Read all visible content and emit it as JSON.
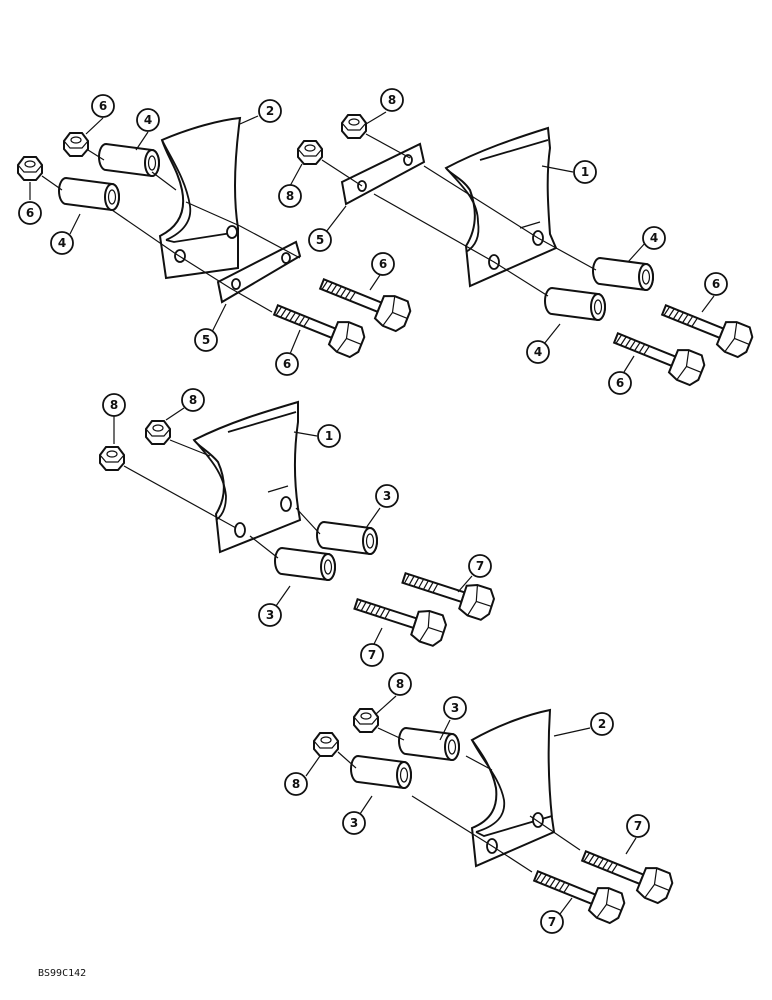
{
  "figure_code": "BS99C142",
  "callouts": {
    "one": "1",
    "two": "2",
    "three": "3",
    "four": "4",
    "five": "5",
    "six": "6",
    "seven": "7",
    "eight": "8"
  }
}
